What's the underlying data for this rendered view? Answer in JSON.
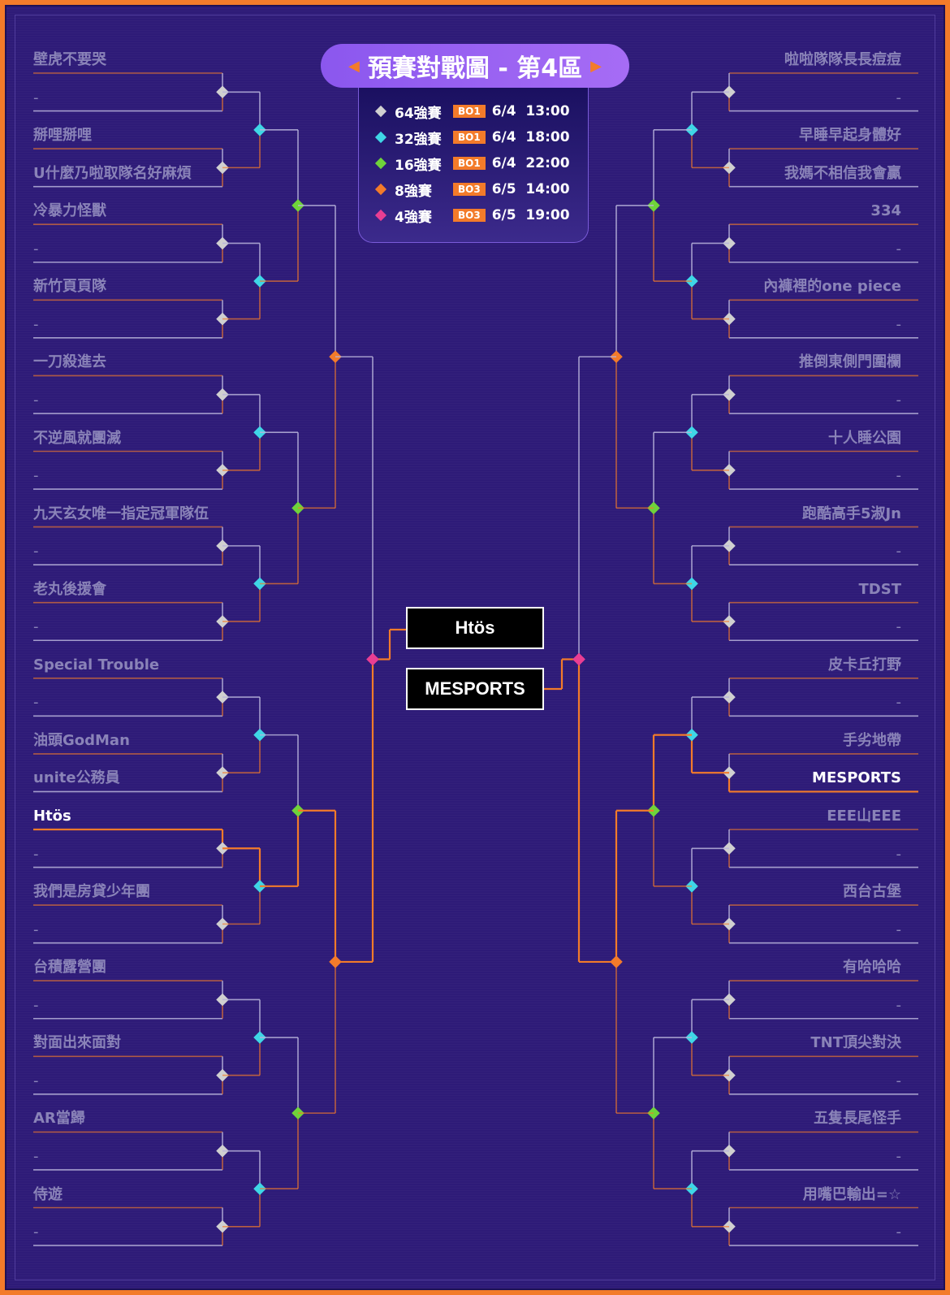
{
  "title": "預賽對戰圖 - 第4區",
  "title_arrows": {
    "left": "◀",
    "right": "▶"
  },
  "legend": [
    {
      "round": "64強賽",
      "format": "BO1",
      "date": "6/4",
      "time": "13:00",
      "color": "#d0d0d0"
    },
    {
      "round": "32強賽",
      "format": "BO1",
      "date": "6/4",
      "time": "18:00",
      "color": "#3fd6e6"
    },
    {
      "round": "16強賽",
      "format": "BO1",
      "date": "6/4",
      "time": "22:00",
      "color": "#6fd33a"
    },
    {
      "round": "8強賽",
      "format": "BO3",
      "date": "6/5",
      "time": "14:00",
      "color": "#f37b2a"
    },
    {
      "round": "4強賽",
      "format": "BO3",
      "date": "6/5",
      "time": "19:00",
      "color": "#e93e93"
    }
  ],
  "colors": {
    "orange": "#f37b2a",
    "gray_line": "#b9b4da",
    "bg": "#2e1b78",
    "team_text": "#8a83b8"
  },
  "left_teams": [
    "壁虎不要哭",
    "-",
    "掰哩掰哩",
    "U什麼乃啦取隊名好麻煩",
    "冷暴力怪獸",
    "-",
    "新竹頁頁隊",
    "-",
    "一刀殺進去",
    "-",
    "不逆風就團滅",
    "-",
    "九天玄女唯一指定冠軍隊伍",
    "-",
    "老丸後援會",
    "-",
    "Special Trouble",
    "-",
    "油頭GodMan",
    "unite公務員",
    "Htös",
    "-",
    "我們是房貸少年團",
    "-",
    "台積露營團",
    "-",
    "對面出來面對",
    "-",
    "AR當歸",
    "-",
    "侍遊",
    "-"
  ],
  "right_teams": [
    "啦啦隊隊長長痘痘",
    "-",
    "早睡早起身體好",
    "我媽不相信我會贏",
    "334",
    "-",
    "內褲裡的one piece",
    "-",
    "推倒東側門圍欄",
    "-",
    "十人睡公園",
    "-",
    "跑酷高手5淑Jn",
    "-",
    "TDST",
    "-",
    "皮卡丘打野",
    "-",
    "手劣地帶",
    "MESPORTS",
    "EEE山EEE",
    "-",
    "西台古堡",
    "-",
    "有哈哈哈",
    "-",
    "TNT頂尖對決",
    "-",
    "五隻長尾怪手",
    "-",
    "用嘴巴輸出=☆",
    "-"
  ],
  "left_winner_index": 20,
  "right_winner_index": 19,
  "finalists": {
    "left": "Htös",
    "right": "MESPORTS"
  }
}
